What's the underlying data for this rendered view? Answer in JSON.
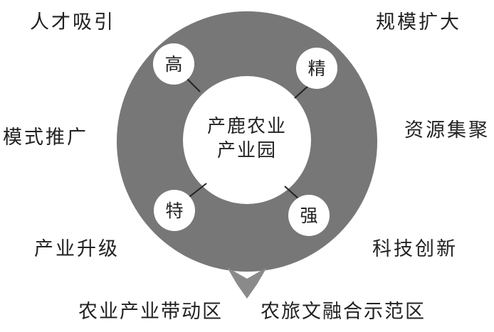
{
  "center": {
    "line1": "产鹿农业",
    "line2": "产业园"
  },
  "features": {
    "top_left": "高",
    "top_right": "精",
    "bottom_left": "特",
    "bottom_right": "强"
  },
  "outer_labels": {
    "top_left": "人才吸引",
    "top_right": "规模扩大",
    "middle_left": "模式推广",
    "middle_right": "资源集聚",
    "bottom_left": "产业升级",
    "bottom_right": "科技创新"
  },
  "outcomes": {
    "left": "农业产业带动区",
    "right": "农旅文融合示范区"
  },
  "colors": {
    "ring": "#777777",
    "arrow": "#8a8a8a",
    "connector": "#222222"
  }
}
